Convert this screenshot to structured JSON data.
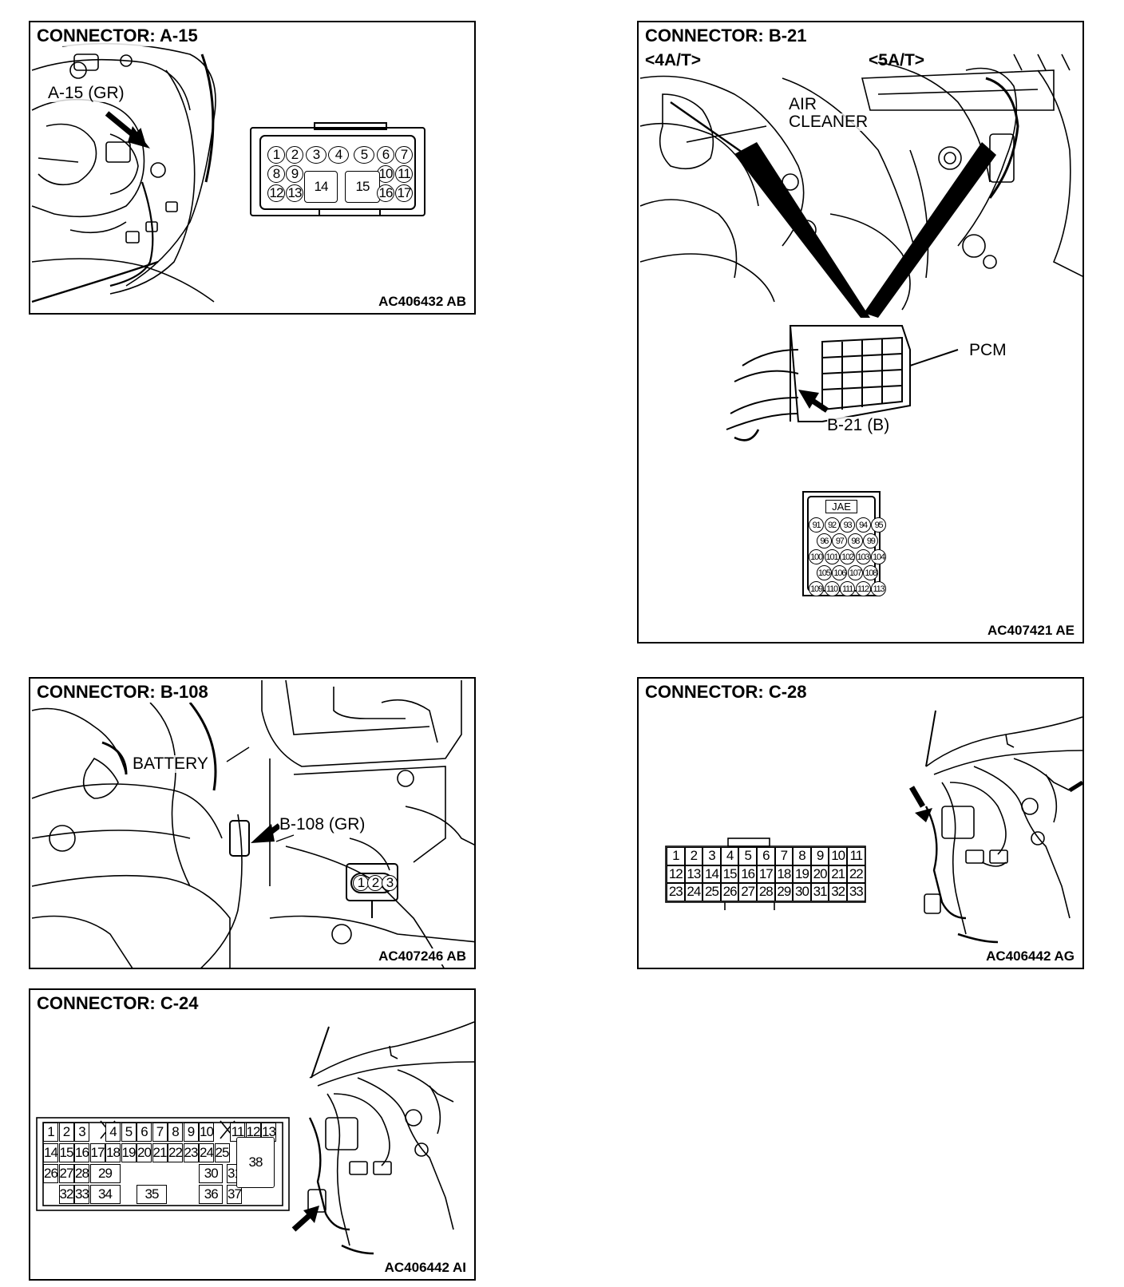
{
  "panels": {
    "a15": {
      "title": "CONNECTOR: A-15",
      "code": "AC406432 AB",
      "callout": "A-15 (GR)",
      "pins": [
        "1",
        "2",
        "3",
        "4",
        "5",
        "6",
        "7",
        "8",
        "9",
        "10",
        "11",
        "12",
        "13",
        "14",
        "15",
        "16",
        "17"
      ]
    },
    "b21": {
      "title": "CONNECTOR: B-21",
      "code": "AC407421 AE",
      "variant_left": "<4A/T>",
      "variant_right": "<5A/T>",
      "label_air": "AIR",
      "label_cleaner": "CLEANER",
      "label_pcm": "PCM",
      "callout": "B-21 (B)",
      "brand": "JAE",
      "pins": [
        "91",
        "92",
        "93",
        "94",
        "95",
        "96",
        "97",
        "98",
        "99",
        "100",
        "101",
        "102",
        "103",
        "104",
        "105",
        "106",
        "107",
        "108",
        "109",
        "110",
        "111",
        "112",
        "113"
      ]
    },
    "b108": {
      "title": "CONNECTOR: B-108",
      "code": "AC407246 AB",
      "label_battery": "BATTERY",
      "callout": "B-108 (GR)",
      "pins": [
        "1",
        "2",
        "3"
      ]
    },
    "c28": {
      "title": "CONNECTOR: C-28",
      "code": "AC406442 AG",
      "pins": [
        "1",
        "2",
        "3",
        "4",
        "5",
        "6",
        "7",
        "8",
        "9",
        "10",
        "11",
        "12",
        "13",
        "14",
        "15",
        "16",
        "17",
        "18",
        "19",
        "20",
        "21",
        "22",
        "23",
        "24",
        "25",
        "26",
        "27",
        "28",
        "29",
        "30",
        "31",
        "32",
        "33"
      ]
    },
    "c24": {
      "title": "CONNECTOR: C-24",
      "code": "AC406442 AI",
      "pins": [
        "1",
        "2",
        "3",
        "4",
        "5",
        "6",
        "7",
        "8",
        "9",
        "10",
        "11",
        "12",
        "13",
        "14",
        "15",
        "16",
        "17",
        "18",
        "19",
        "20",
        "21",
        "22",
        "23",
        "24",
        "25",
        "26",
        "27",
        "28",
        "29",
        "30",
        "31",
        "32",
        "33",
        "34",
        "35",
        "36",
        "37",
        "38"
      ]
    }
  }
}
